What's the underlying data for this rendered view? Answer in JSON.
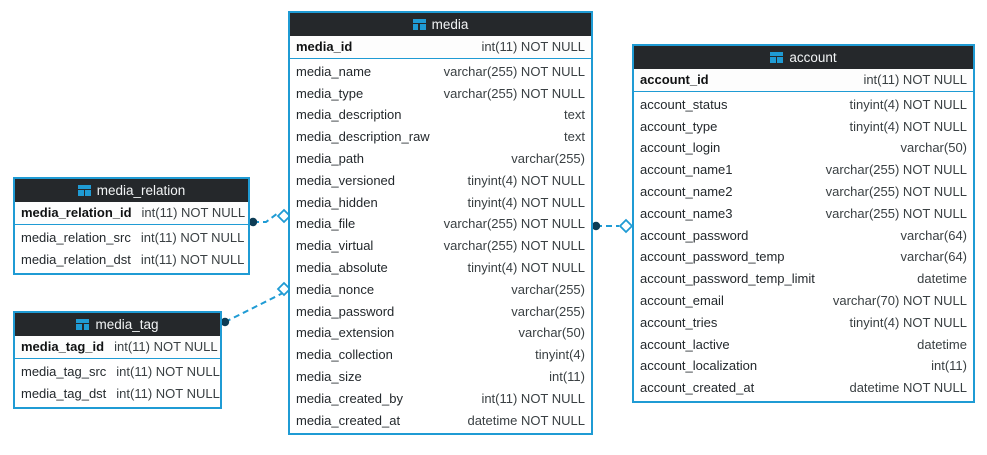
{
  "diagram": {
    "type": "er-diagram",
    "title": "",
    "colors": {
      "border": "#1f9bd4",
      "header_bg": "#25282b",
      "header_text": "#f2f4f5",
      "body_bg": "#ffffff",
      "text": "#23282c",
      "link": "#1f9bd4",
      "canvas": "#ffffff"
    },
    "icon": "table-icon"
  },
  "tables": [
    {
      "id": "media_relation",
      "name": "media_relation",
      "primary_key": {
        "name": "media_relation_id",
        "type": "int(11) NOT NULL"
      },
      "columns": [
        {
          "name": "media_relation_src",
          "type": "int(11) NOT NULL"
        },
        {
          "name": "media_relation_dst",
          "type": "int(11) NOT NULL"
        }
      ]
    },
    {
      "id": "media_tag",
      "name": "media_tag",
      "primary_key": {
        "name": "media_tag_id",
        "type": "int(11) NOT NULL"
      },
      "columns": [
        {
          "name": "media_tag_src",
          "type": "int(11) NOT NULL"
        },
        {
          "name": "media_tag_dst",
          "type": "int(11) NOT NULL"
        }
      ]
    },
    {
      "id": "media",
      "name": "media",
      "primary_key": {
        "name": "media_id",
        "type": "int(11) NOT NULL"
      },
      "columns": [
        {
          "name": "media_name",
          "type": "varchar(255) NOT NULL"
        },
        {
          "name": "media_type",
          "type": "varchar(255) NOT NULL"
        },
        {
          "name": "media_description",
          "type": "text"
        },
        {
          "name": "media_description_raw",
          "type": "text"
        },
        {
          "name": "media_path",
          "type": "varchar(255)"
        },
        {
          "name": "media_versioned",
          "type": "tinyint(4) NOT NULL"
        },
        {
          "name": "media_hidden",
          "type": "tinyint(4) NOT NULL"
        },
        {
          "name": "media_file",
          "type": "varchar(255) NOT NULL"
        },
        {
          "name": "media_virtual",
          "type": "varchar(255) NOT NULL"
        },
        {
          "name": "media_absolute",
          "type": "tinyint(4) NOT NULL"
        },
        {
          "name": "media_nonce",
          "type": "varchar(255)"
        },
        {
          "name": "media_password",
          "type": "varchar(255)"
        },
        {
          "name": "media_extension",
          "type": "varchar(50)"
        },
        {
          "name": "media_collection",
          "type": "tinyint(4)"
        },
        {
          "name": "media_size",
          "type": "int(11)"
        },
        {
          "name": "media_created_by",
          "type": "int(11) NOT NULL"
        },
        {
          "name": "media_created_at",
          "type": "datetime NOT NULL"
        }
      ]
    },
    {
      "id": "account",
      "name": "account",
      "primary_key": {
        "name": "account_id",
        "type": "int(11) NOT NULL"
      },
      "columns": [
        {
          "name": "account_status",
          "type": "tinyint(4) NOT NULL"
        },
        {
          "name": "account_type",
          "type": "tinyint(4) NOT NULL"
        },
        {
          "name": "account_login",
          "type": "varchar(50)"
        },
        {
          "name": "account_name1",
          "type": "varchar(255) NOT NULL"
        },
        {
          "name": "account_name2",
          "type": "varchar(255) NOT NULL"
        },
        {
          "name": "account_name3",
          "type": "varchar(255) NOT NULL"
        },
        {
          "name": "account_password",
          "type": "varchar(64)"
        },
        {
          "name": "account_password_temp",
          "type": "varchar(64)"
        },
        {
          "name": "account_password_temp_limit",
          "type": "datetime"
        },
        {
          "name": "account_email",
          "type": "varchar(70) NOT NULL"
        },
        {
          "name": "account_tries",
          "type": "tinyint(4) NOT NULL"
        },
        {
          "name": "account_lactive",
          "type": "datetime"
        },
        {
          "name": "account_localization",
          "type": "int(11)"
        },
        {
          "name": "account_created_at",
          "type": "datetime NOT NULL"
        }
      ]
    }
  ],
  "relationships": [
    {
      "id": "media_relation-to-media",
      "from_table": "media_relation",
      "to_table": "media",
      "from_marker": "filled-dot",
      "to_marker": "hollow-diamond",
      "style": "dashed"
    },
    {
      "id": "media_tag-to-media",
      "from_table": "media_tag",
      "to_table": "media",
      "from_marker": "filled-dot",
      "to_marker": "hollow-diamond",
      "style": "dashed"
    },
    {
      "id": "media-to-account",
      "from_table": "media",
      "to_table": "account",
      "from_marker": "filled-dot",
      "to_marker": "hollow-diamond",
      "style": "dashed"
    }
  ]
}
